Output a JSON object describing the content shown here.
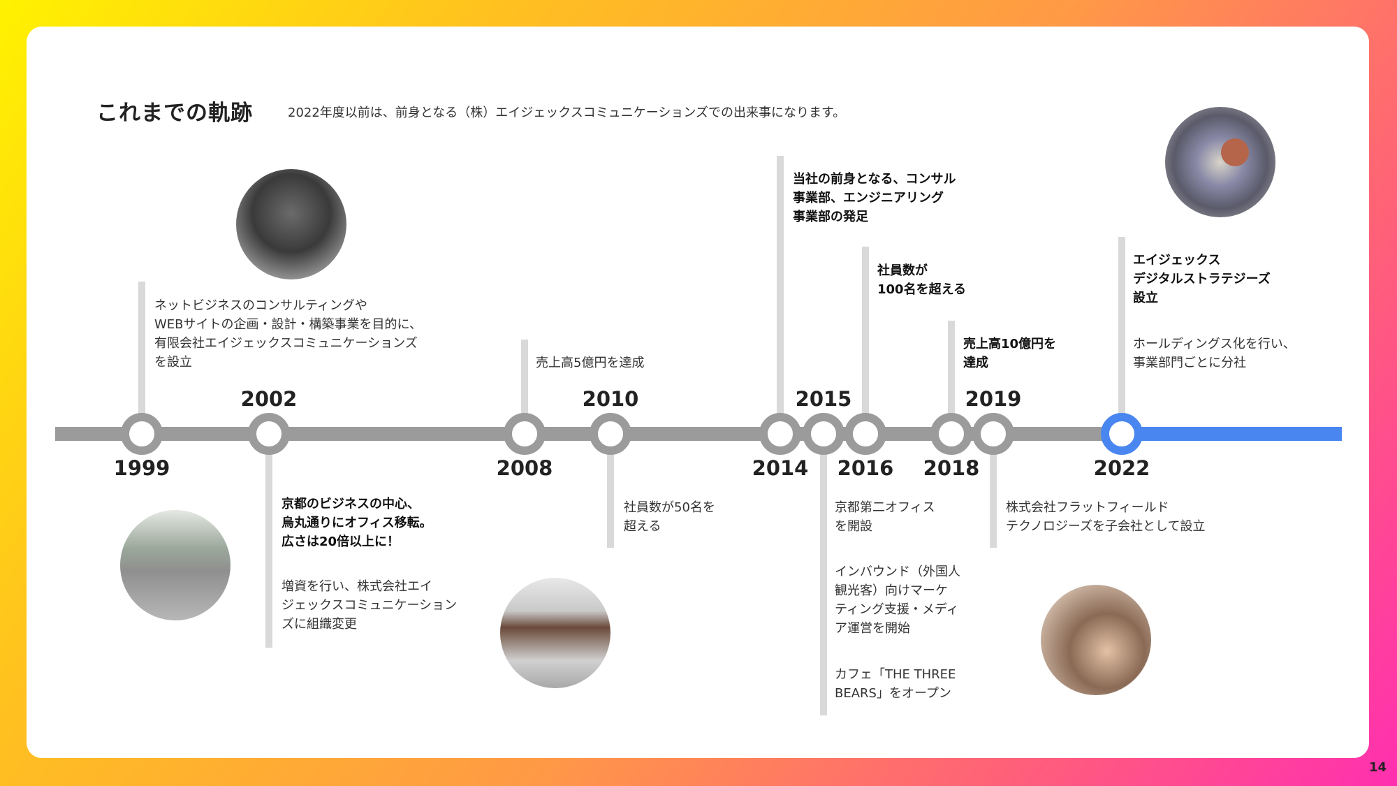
{
  "header": {
    "title": "これまでの軌跡",
    "subtitle": "2022年度以前は、前身となる（株）エイジェックスコミュニケーションズでの出来事になります。"
  },
  "colors": {
    "timeline_gray": "#9b9b9b",
    "timeline_blue": "#4a86f0",
    "stem": "#d9d9d9"
  },
  "events": [
    {
      "year": "1999",
      "text": "ネットビジネスのコンサルティングや\nWEBサイトの企画・設計・構築事業を目的に、\n有限会社エイジェックスコミュニケーションズ\nを設立"
    },
    {
      "year": "2002",
      "bold": "京都のビジネスの中心、\n烏丸通りにオフィス移転。\n広さは20倍以上に！",
      "text": "増資を行い、株式会社エイ\nジェックスコミュニケーション\nズに組織変更"
    },
    {
      "year": "2008",
      "text": "売上高5億円を達成"
    },
    {
      "year": "2010",
      "text": "社員数が50名を\n超える"
    },
    {
      "year": "2014",
      "bold": "当社の前身となる、コンサル\n事業部、エンジニアリング\n事業部の発足"
    },
    {
      "year": "2015",
      "text": "京都第二オフィス\nを開設",
      "text2": "インバウンド（外国人\n観光客）向けマーケ\nティング支援・メディ\nア運営を開始",
      "text3": "カフェ「THE THREE\n BEARS」をオープン"
    },
    {
      "year": "2016",
      "bold": "社員数が\n100名を超える"
    },
    {
      "year": "2018",
      "bold": "売上高10億円を\n達成"
    },
    {
      "year": "2019",
      "text": "株式会社フラットフィールド\nテクノロジーズを子会社として設立"
    },
    {
      "year": "2022",
      "bold": "エイジェックス\nデジタルストラテジーズ\n設立",
      "text": "ホールディングス化を行い、\n事業部門ごとに分社"
    }
  ],
  "page_number": "14"
}
